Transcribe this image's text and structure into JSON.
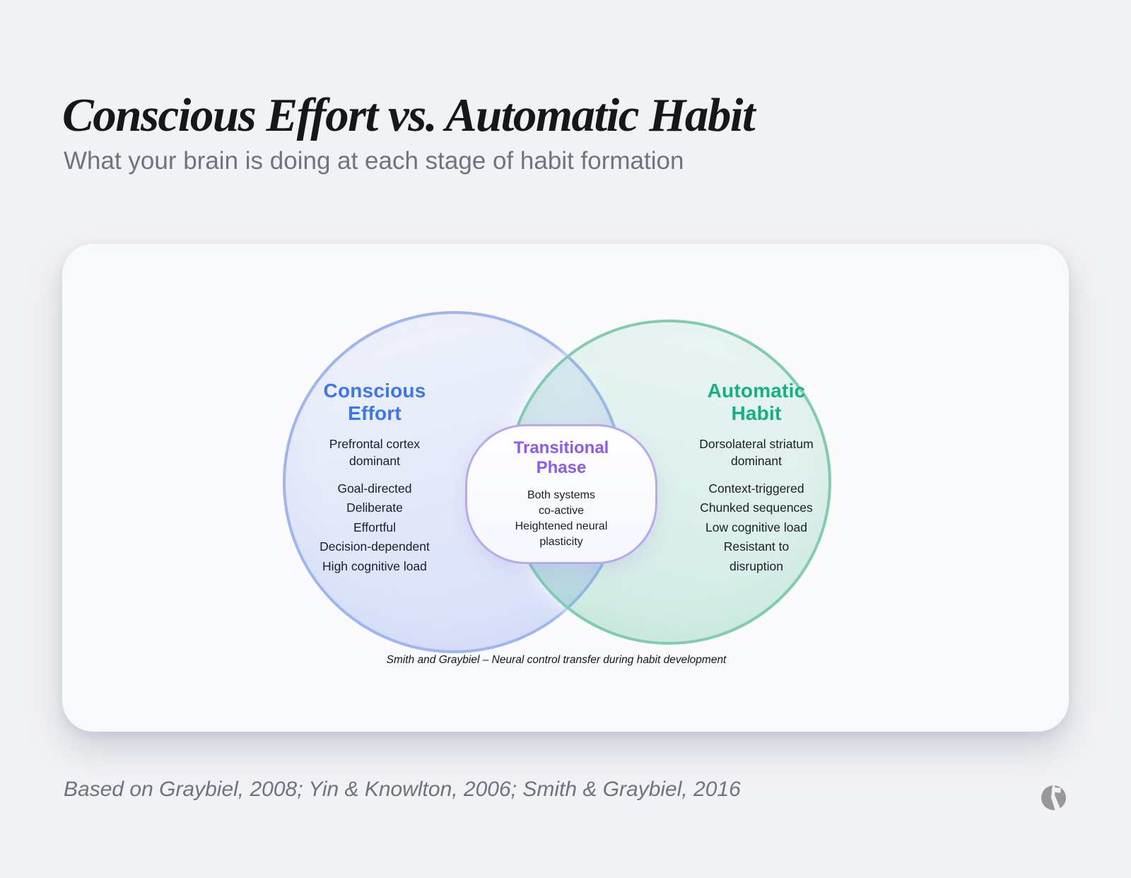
{
  "page": {
    "title": "Conscious Effort vs. Automatic Habit",
    "subtitle": "What your brain is doing at each stage of habit formation",
    "footer": "Based on Graybiel, 2008; Yin & Knowlton, 2006; Smith & Graybiel, 2016"
  },
  "venn": {
    "caption": "Smith and Graybiel – Neural control transfer during habit development",
    "left": {
      "title": "Conscious\nEffort",
      "subtitle": "Prefrontal cortex\ndominant",
      "items": {
        "0": "Goal-directed",
        "1": "Deliberate",
        "2": "Effortful",
        "3": "Decision-dependent",
        "4": "High cognitive load"
      }
    },
    "right": {
      "title": "Automatic\nHabit",
      "subtitle": "Dorsolateral striatum\ndominant",
      "items": {
        "0": "Context-triggered",
        "1": "Chunked sequences",
        "2": "Low cognitive load",
        "3": "Resistant to\ndisruption"
      }
    },
    "center": {
      "title": "Transitional\nPhase",
      "items": {
        "0": "Both systems\nco-active",
        "1": "Heightened neural\nplasticity"
      }
    }
  },
  "colors": {
    "accent-left": "#3b76f0",
    "accent-right": "#12b185",
    "accent-center": "#8a5bf2",
    "ring-left": "#9fb5f3",
    "ring-right": "#7fccb2",
    "ring-center": "#b7a8ef",
    "text-muted": "#6f737e",
    "logo-gray": "#97979d"
  }
}
